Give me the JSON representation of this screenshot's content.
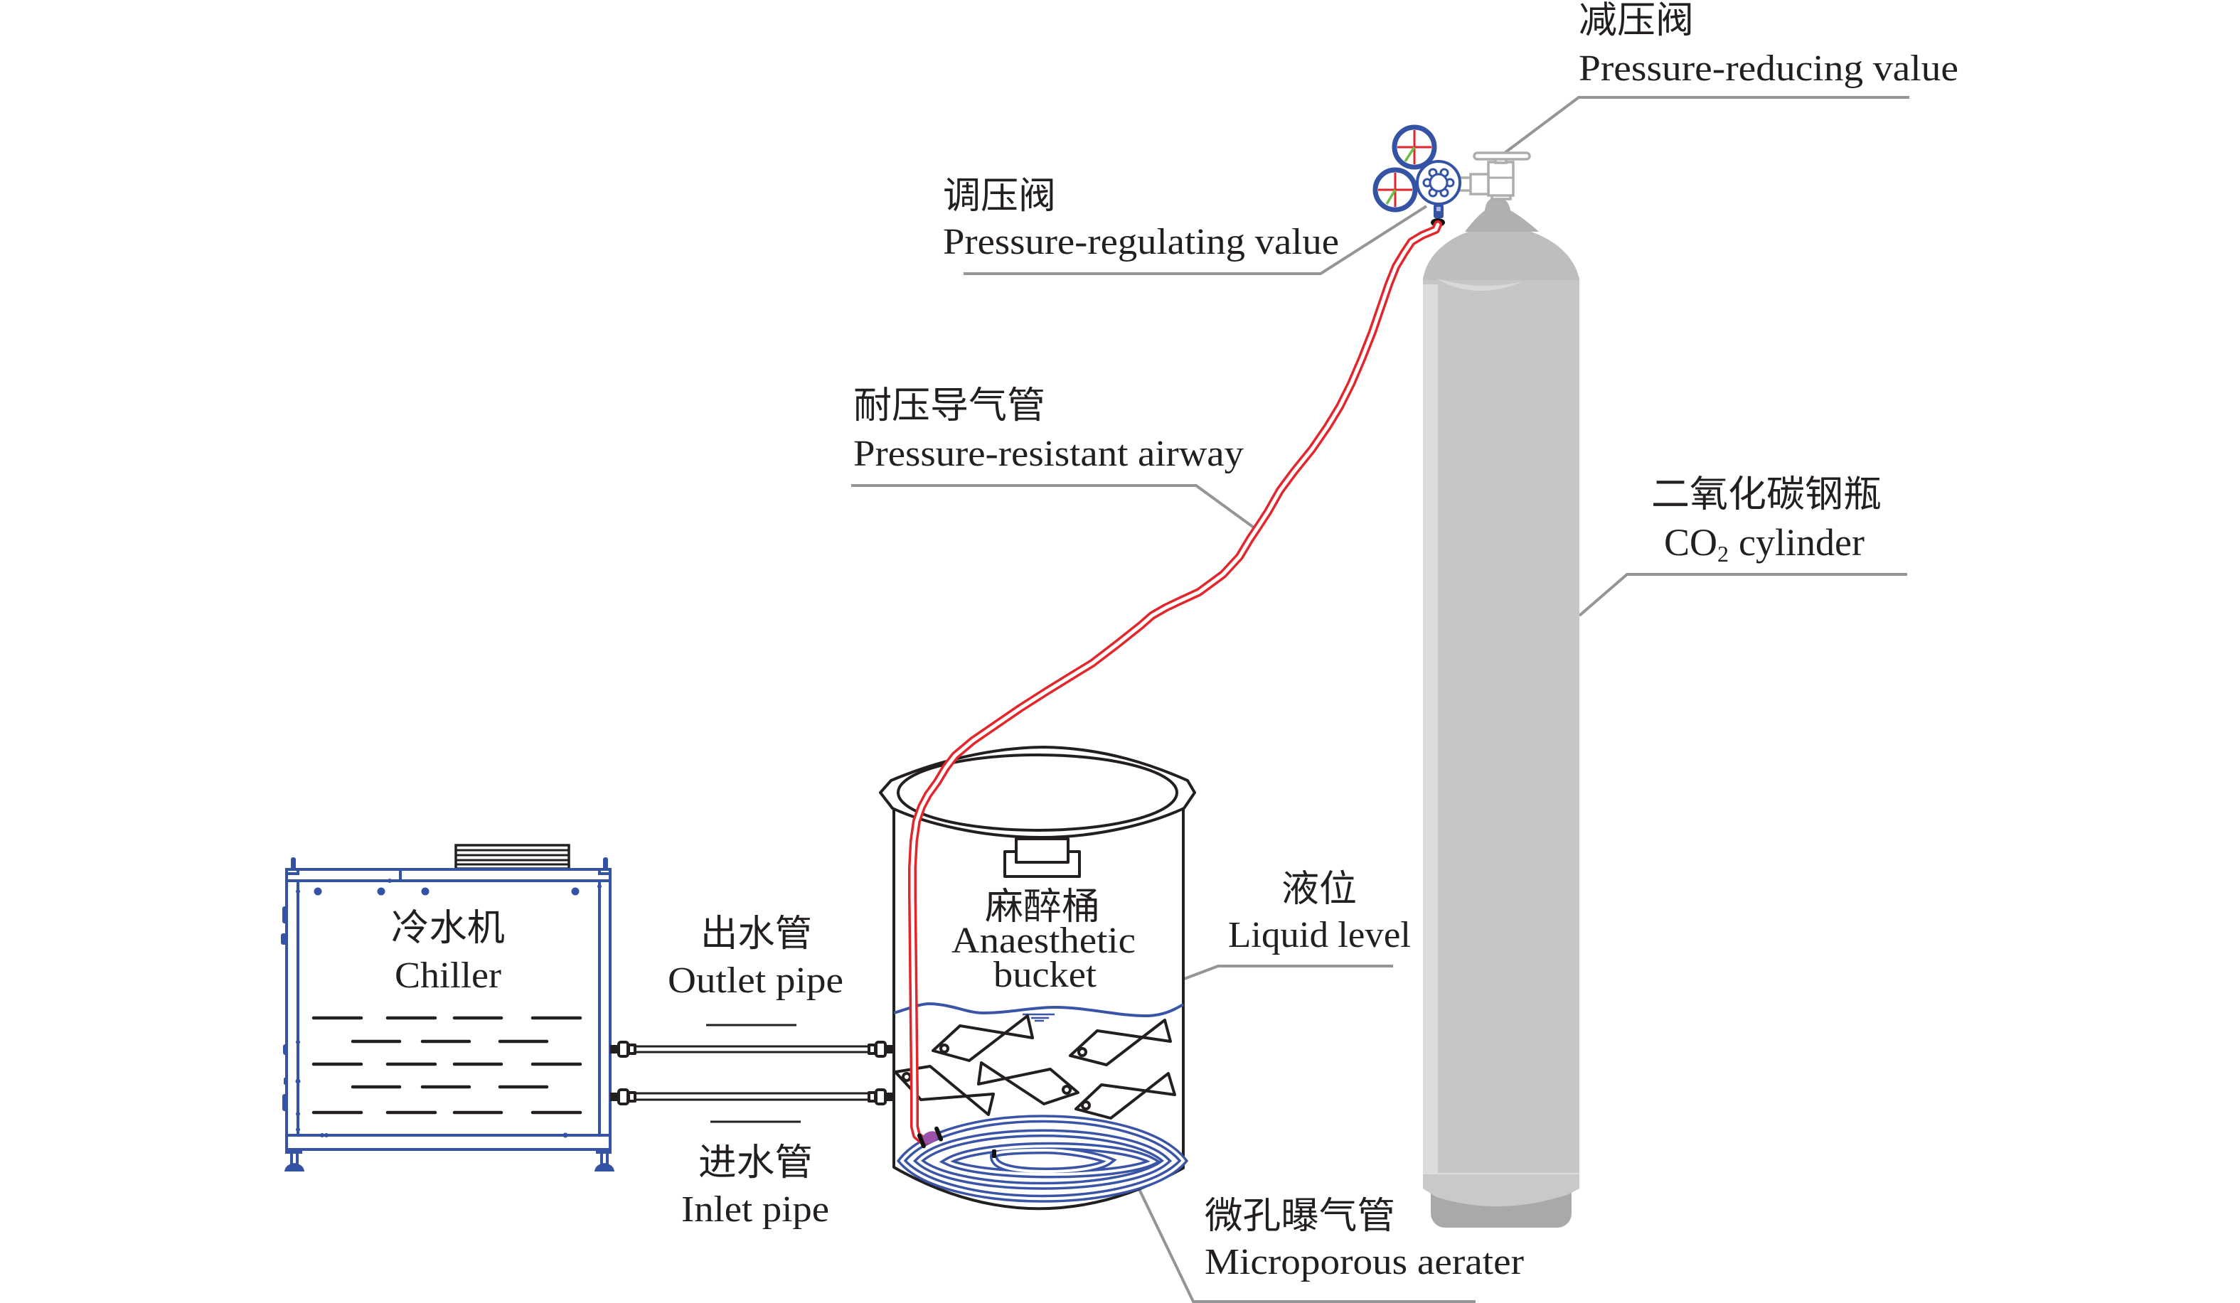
{
  "figure": {
    "type": "apparatus-schematic",
    "labels": {
      "pressure_reducing_valve": {
        "zh": "减压阀",
        "en": "Pressure-reducing value"
      },
      "pressure_regulating_valve": {
        "zh": "调压阀",
        "en": "Pressure-regulating value"
      },
      "airway": {
        "zh": "耐压导气管",
        "en": "Pressure-resistant airway"
      },
      "co2_cylinder": {
        "zh": "二氧化碳钢瓶",
        "en_prefix": "CO",
        "en_subscript": "2",
        "en_suffix": "cylinder"
      },
      "liquid_level": {
        "zh": "液位",
        "en": "Liquid level"
      },
      "aerator": {
        "zh": "微孔曝气管",
        "en": "Microporous aerater"
      },
      "chiller": {
        "zh": "冷水机",
        "en": "Chiller"
      },
      "outlet_pipe": {
        "zh": "出水管",
        "en": "Outlet pipe"
      },
      "inlet_pipe": {
        "zh": "进水管",
        "en": "Inlet pipe"
      },
      "bucket": {
        "zh": "麻醉桶",
        "en_line1": "Anaesthetic",
        "en_line2": "bucket"
      }
    },
    "fish_count": 5,
    "gauge_count": 2,
    "colors": {
      "chiller_blue": "#3553a4",
      "aerator_blue": "#3a55a5",
      "airway_red": "#e2262b",
      "gauge_green": "#6cbd45",
      "connector_purple": "#9b51a8",
      "leader_gray": "#939598",
      "cylinder_gray": "#c6c6c6",
      "ink": "#231f20"
    }
  }
}
